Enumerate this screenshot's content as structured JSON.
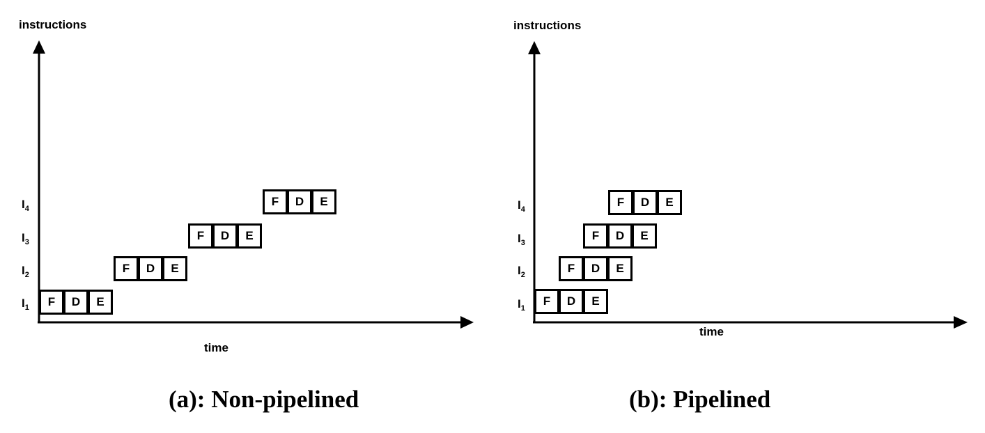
{
  "colors": {
    "ink": "#000000",
    "background": "#ffffff"
  },
  "panels": [
    {
      "id": "non-pipelined",
      "y_axis_label": "instructions",
      "x_axis_label": "time",
      "caption": "(a): Non-pipelined",
      "rows": [
        {
          "letter": "I",
          "index": "1",
          "stages": [
            "F",
            "D",
            "E"
          ]
        },
        {
          "letter": "I",
          "index": "2",
          "stages": [
            "F",
            "D",
            "E"
          ]
        },
        {
          "letter": "I",
          "index": "3",
          "stages": [
            "F",
            "D",
            "E"
          ]
        },
        {
          "letter": "I",
          "index": "4",
          "stages": [
            "F",
            "D",
            "E"
          ]
        }
      ]
    },
    {
      "id": "pipelined",
      "y_axis_label": "instructions",
      "x_axis_label": "time",
      "caption": "(b): Pipelined",
      "rows": [
        {
          "letter": "I",
          "index": "1",
          "stages": [
            "F",
            "D",
            "E"
          ]
        },
        {
          "letter": "I",
          "index": "2",
          "stages": [
            "F",
            "D",
            "E"
          ]
        },
        {
          "letter": "I",
          "index": "3",
          "stages": [
            "F",
            "D",
            "E"
          ]
        },
        {
          "letter": "I",
          "index": "4",
          "stages": [
            "F",
            "D",
            "E"
          ]
        }
      ]
    }
  ]
}
